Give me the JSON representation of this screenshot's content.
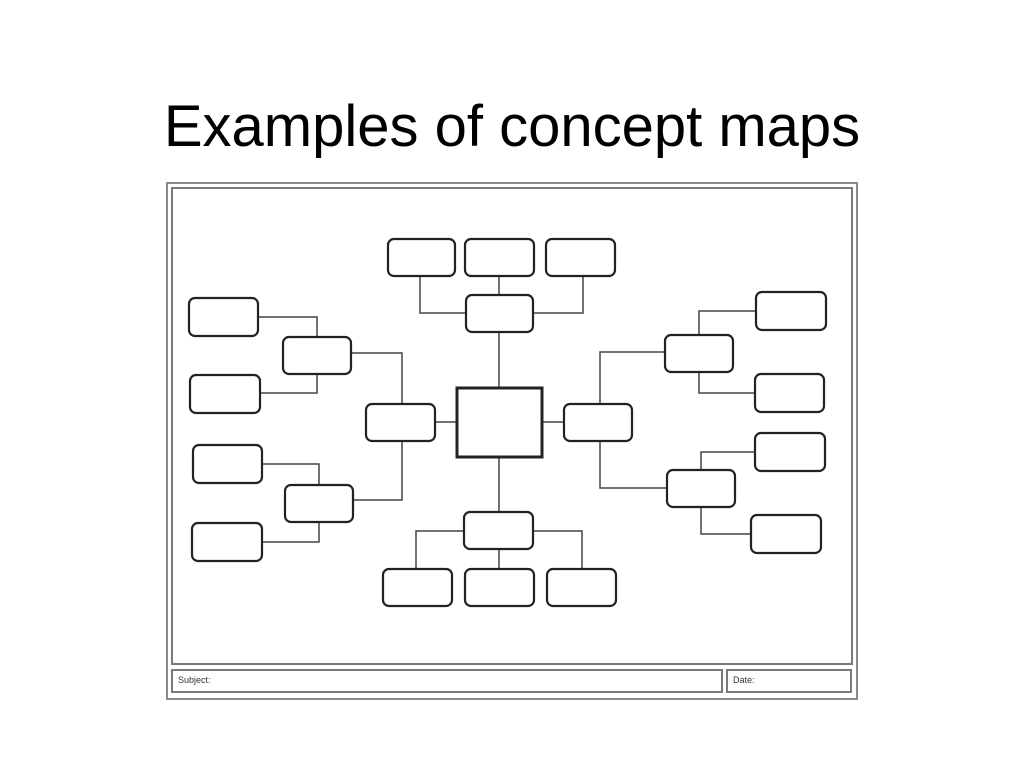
{
  "title": "Examples of concept maps",
  "worksheet": {
    "subject_label": "Subject:",
    "date_label": "Date:"
  },
  "colors": {
    "node_border": "#222222",
    "connector": "#444444",
    "frame": "#7a7a7a"
  }
}
